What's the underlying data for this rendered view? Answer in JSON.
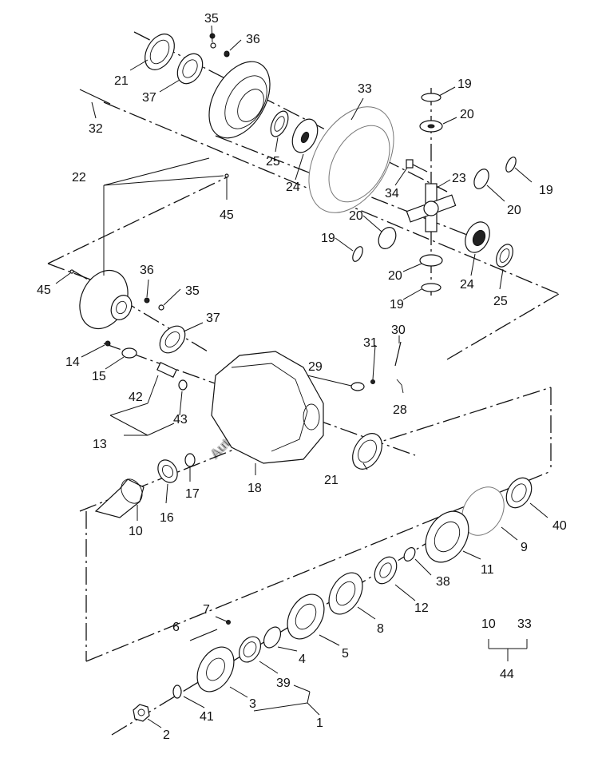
{
  "watermark": "AutoSoft",
  "labels": {
    "l1": "1",
    "l2": "2",
    "l3": "3",
    "l4": "4",
    "l5": "5",
    "l6": "6",
    "l7": "7",
    "l8": "8",
    "l9": "9",
    "l10": "10",
    "l11": "11",
    "l12": "12",
    "l13": "13",
    "l14": "14",
    "l15": "15",
    "l16": "16",
    "l17": "17",
    "l18": "18",
    "l19": "19",
    "l20": "20",
    "l21": "21",
    "l22": "22",
    "l23": "23",
    "l24": "24",
    "l25": "25",
    "l28": "28",
    "l29": "29",
    "l30": "30",
    "l31": "31",
    "l32": "32",
    "l33": "33",
    "l34": "34",
    "l35": "35",
    "l36": "36",
    "l37": "37",
    "l38": "38",
    "l39": "39",
    "l40": "40",
    "l41": "41",
    "l42": "42",
    "l43": "43",
    "l44": "44",
    "l45": "45"
  }
}
